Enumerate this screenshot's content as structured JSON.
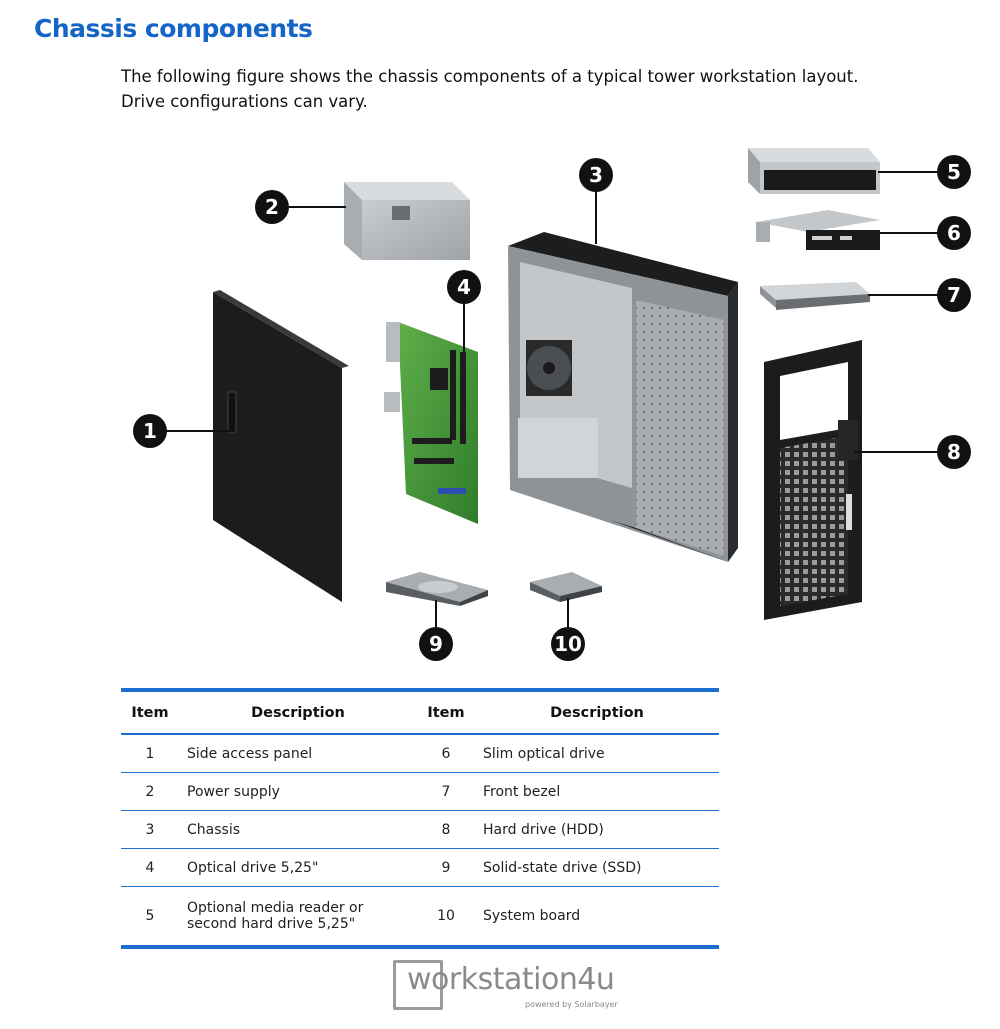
{
  "heading": "Chassis components",
  "intro": "The following figure shows the chassis components of a typical tower workstation layout. Drive configurations can vary.",
  "figure": {
    "callouts": [
      "1",
      "2",
      "3",
      "4",
      "5",
      "6",
      "7",
      "8",
      "9",
      "10"
    ]
  },
  "table": {
    "headers": [
      "Item",
      "Description",
      "Item",
      "Description"
    ],
    "rows": [
      {
        "item1": "1",
        "desc1": "Side access panel",
        "item2": "6",
        "desc2": "Slim optical drive"
      },
      {
        "item1": "2",
        "desc1": "Power supply",
        "item2": "7",
        "desc2": "Front bezel"
      },
      {
        "item1": "3",
        "desc1": "Chassis",
        "item2": "8",
        "desc2": "Hard drive (HDD)"
      },
      {
        "item1": "4",
        "desc1": "Optical drive  5,25\"",
        "item2": "9",
        "desc2": "Solid-state drive (SSD)"
      },
      {
        "item1": "5",
        "desc1": "Optional media reader or second hard drive  5,25\"",
        "item2": "10",
        "desc2": "System board"
      }
    ]
  },
  "watermark": {
    "brand": "workstation4u",
    "tagline": "powered by Solarbayer"
  },
  "colors": {
    "heading": "#1565c8",
    "table_rule": "#1f6fcf",
    "callout": "#111111"
  }
}
